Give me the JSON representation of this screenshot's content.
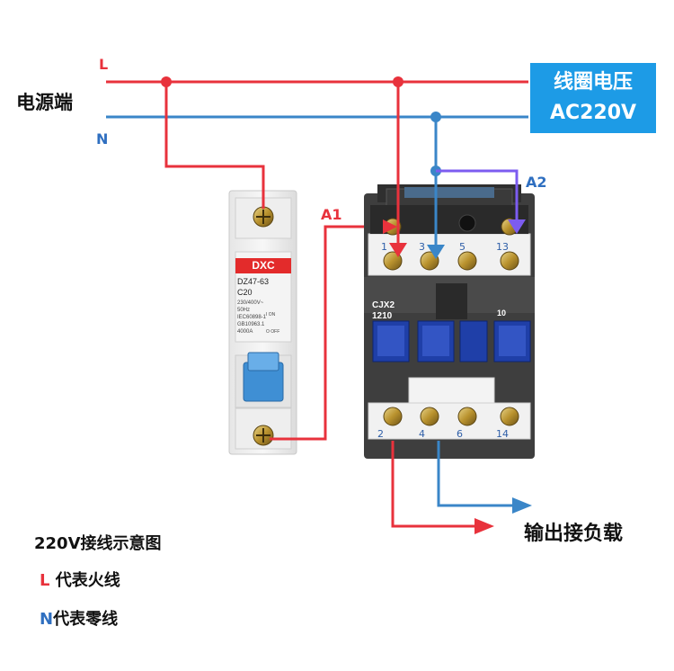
{
  "labels": {
    "L": "L",
    "N": "N",
    "power_source": "电源端",
    "coil_voltage_line1": "线圈电压",
    "coil_voltage_line2": "AC220V",
    "A1": "A1",
    "A2": "A2",
    "output": "输出接负载"
  },
  "breaker": {
    "brand": "DXC",
    "model": "DZ47-63",
    "rating": "C20",
    "spec_lines": [
      "230/400V~",
      "50Hz",
      "IEC60898-1",
      "GB10963.1",
      "4000A"
    ],
    "on_label": "I ON",
    "off_label": "O OFF"
  },
  "contactor": {
    "model_line1": "CJX2",
    "model_line2": "1210",
    "aux_code": "10",
    "top_terminals": [
      "1",
      "3",
      "5",
      "13"
    ],
    "bottom_terminals": [
      "2",
      "4",
      "6",
      "14"
    ]
  },
  "legend": {
    "title": "220V接线示意图",
    "L_prefix": "L",
    "L_text": " 代表火线",
    "N_prefix": "N",
    "N_text": "代表零线"
  },
  "colors": {
    "live": "#e8323c",
    "neutral": "#3a86c8",
    "coil_box": "#1d9be6",
    "a2_arrow": "#7c5cf0"
  }
}
